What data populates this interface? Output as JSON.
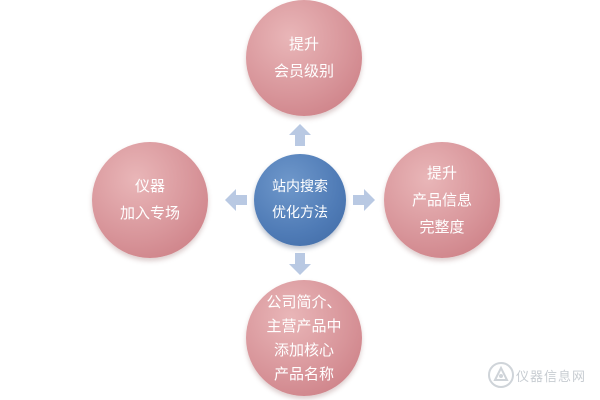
{
  "diagram": {
    "center": {
      "lines": [
        "站内搜索",
        "优化方法"
      ]
    },
    "top": {
      "lines": [
        "提升",
        "会员级别"
      ]
    },
    "left": {
      "lines": [
        "仪器",
        "加入专场"
      ]
    },
    "right": {
      "lines": [
        "提升",
        "产品信息",
        "完整度"
      ]
    },
    "bottom": {
      "lines": [
        "公司简介、",
        "主营产品中",
        "添加核心",
        "产品名称"
      ]
    }
  },
  "watermark": {
    "text": "仪器信息网",
    "icon": "instrument-logo-icon"
  },
  "colors": {
    "outer_node": "#d8959a",
    "center_node": "#4f7bb6",
    "arrow": "#b9c9e3"
  }
}
